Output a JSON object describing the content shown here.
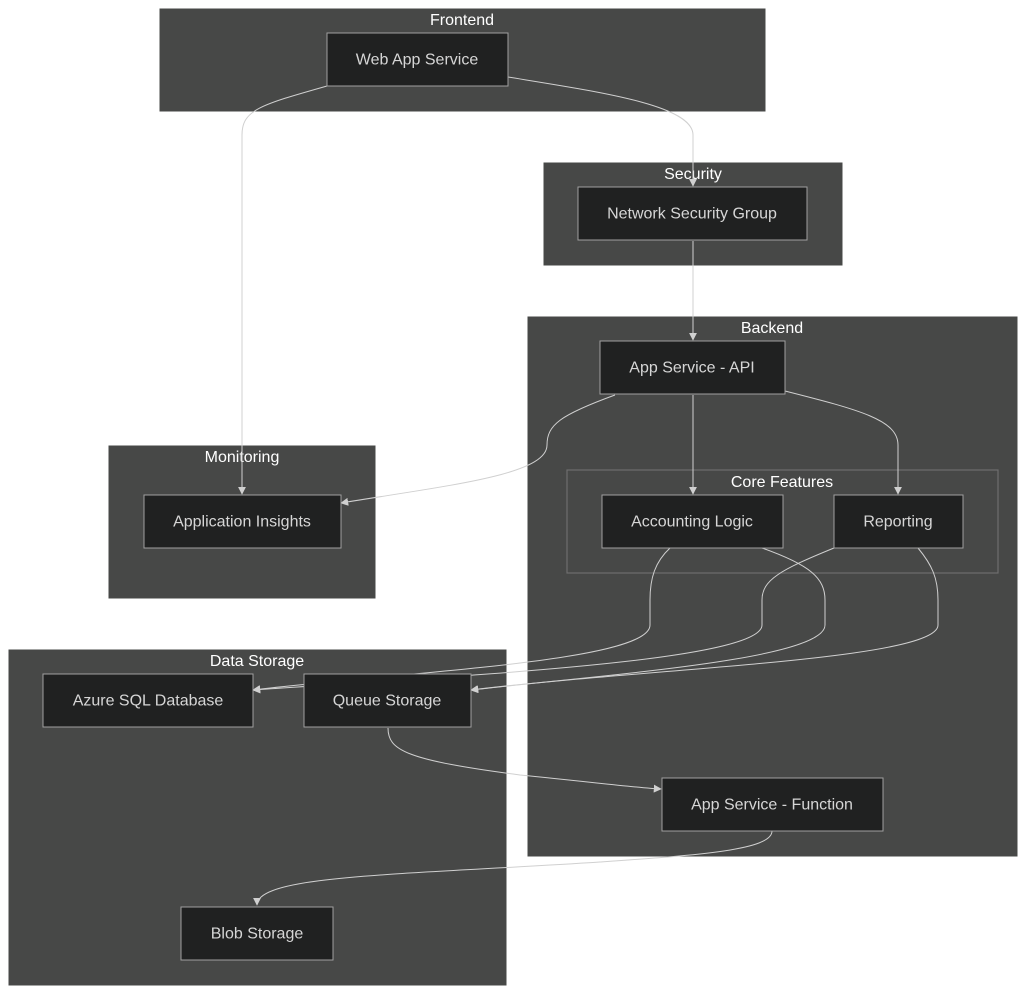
{
  "colors": {
    "cluster_fill": "#474847",
    "node_fill": "#202121",
    "node_border": "#a0a0a0",
    "edge": "#d0d0d0",
    "text": "#d6d6d6",
    "cluster_text": "#ffffff"
  },
  "clusters": {
    "frontend": "Frontend",
    "security": "Security",
    "backend": "Backend",
    "core_features": "Core Features",
    "monitoring": "Monitoring",
    "data_storage": "Data Storage"
  },
  "nodes": {
    "web_app_service": "Web App Service",
    "network_security_group": "Network Security Group",
    "app_service_api": "App Service - API",
    "accounting_logic": "Accounting Logic",
    "reporting": "Reporting",
    "application_insights": "Application Insights",
    "azure_sql_database": "Azure SQL Database",
    "queue_storage": "Queue Storage",
    "app_service_function": "App Service - Function",
    "blob_storage": "Blob Storage"
  },
  "edges": [
    {
      "from": "web_app_service",
      "to": "network_security_group"
    },
    {
      "from": "web_app_service",
      "to": "application_insights"
    },
    {
      "from": "network_security_group",
      "to": "app_service_api"
    },
    {
      "from": "app_service_api",
      "to": "accounting_logic"
    },
    {
      "from": "app_service_api",
      "to": "reporting"
    },
    {
      "from": "app_service_api",
      "to": "application_insights"
    },
    {
      "from": "accounting_logic",
      "to": "azure_sql_database"
    },
    {
      "from": "accounting_logic",
      "to": "queue_storage"
    },
    {
      "from": "reporting",
      "to": "azure_sql_database"
    },
    {
      "from": "reporting",
      "to": "queue_storage"
    },
    {
      "from": "queue_storage",
      "to": "app_service_function"
    },
    {
      "from": "app_service_function",
      "to": "blob_storage"
    }
  ]
}
